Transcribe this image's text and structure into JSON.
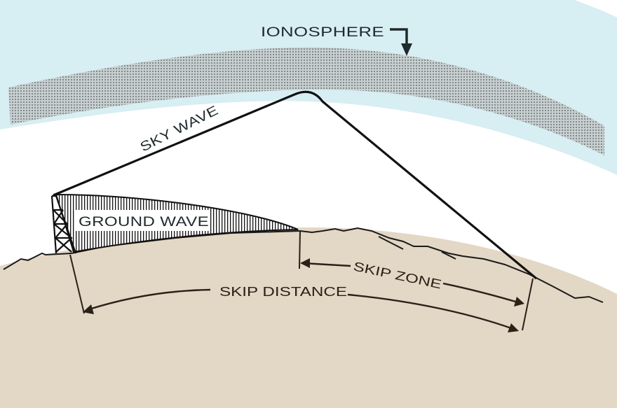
{
  "title": "Radio wave propagation: sky wave and ground wave",
  "labels": {
    "ionosphere": "IONOSPHERE",
    "sky_wave": "SKY WAVE",
    "ground_wave": "GROUND WAVE",
    "skip_zone": "SKIP ZONE",
    "skip_distance": "SKIP DISTANCE"
  },
  "colors": {
    "sky": "#d7eef2",
    "ionosphere": "#b9c0c2",
    "earth": "#e3d7c5",
    "ink": "#111111"
  }
}
